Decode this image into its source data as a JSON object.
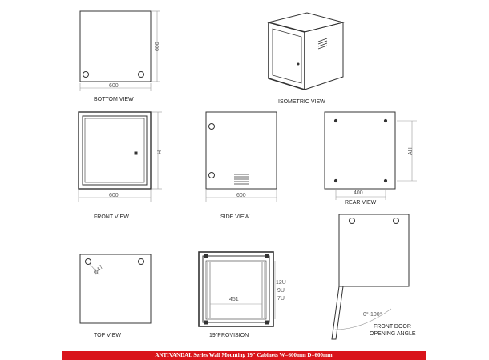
{
  "views": {
    "bottom": {
      "label": "BOTTOM VIEW",
      "width_dim": "600",
      "depth_dim": "600"
    },
    "isometric": {
      "label": "ISOMETRIC VIEW"
    },
    "front": {
      "label": "FRONT VIEW",
      "width_dim": "600",
      "height_dim": "H"
    },
    "side": {
      "label": "SIDE VIEW",
      "depth_dim": "600"
    },
    "rear": {
      "label": "REAR VIEW",
      "mount_width_dim": "400",
      "mount_height_dim": "AH"
    },
    "top": {
      "label": "TOP VIEW",
      "hole_dim": "Ø47"
    },
    "provision": {
      "label": "19\"PROVISION",
      "rail_width_dim": "451",
      "units": [
        "12U",
        "9U",
        "7U"
      ]
    },
    "door": {
      "label_line1": "FRONT DOOR",
      "label_line2": "OPENING ANGLE",
      "angle": "0°-100°"
    }
  },
  "footer": {
    "title": "ANTIVANDAL Series Wall Mounting 19\" Cabinets W=600mm D=600mm"
  },
  "colors": {
    "line": "#333333",
    "dim": "#888888",
    "footer_bg": "#d9141b",
    "footer_text": "#ffffff"
  }
}
